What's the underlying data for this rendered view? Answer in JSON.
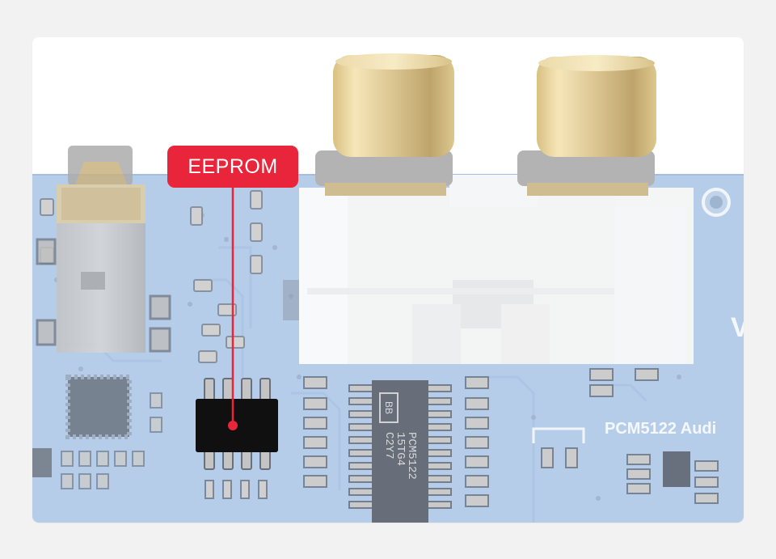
{
  "colors": {
    "page_background": "#f2f2f2",
    "accent": "#e8253a",
    "pcb": "#a8c4e6",
    "chip": "#101010",
    "rca_gold": "#d6be7c"
  },
  "annotation": {
    "label": "EEPROM",
    "marker_icon": "callout-dot-icon"
  },
  "board_silkscreen": {
    "product_text": "PCM5122 Audi",
    "chip_marking": [
      "PCM5122",
      "15TG4",
      "C2Y7"
    ],
    "chip_logo": "BB",
    "edge_text": "V"
  }
}
